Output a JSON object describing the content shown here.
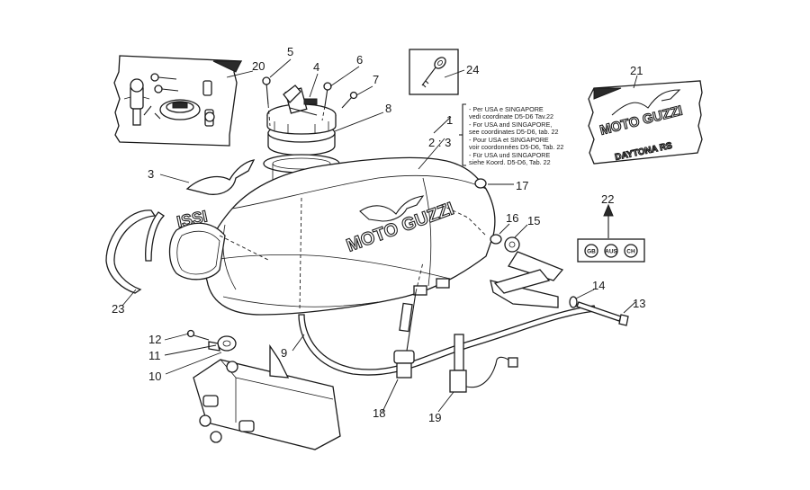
{
  "callouts": [
    "1",
    "2",
    "3",
    "4",
    "5",
    "6",
    "7",
    "8",
    "9",
    "10",
    "11",
    "12",
    "13",
    "14",
    "15",
    "16",
    "17",
    "18",
    "19",
    "20",
    "21",
    "22",
    "23",
    "24"
  ],
  "callout_sub": "2 : 3",
  "note_lines": [
    "- Per USA e SINGAPORE",
    "  vedi coordinate D5-D6 Tav.22",
    "- For USA and SINGAPORE,",
    "  see coordinates D5-D6, tab. 22",
    "- Pour USA et SINGAPORE",
    "  voir coordonnées D5-D6, Tab. 22",
    "- Für USA und SINGAPORE",
    "  siehe Koord. D5-D6, Tab. 22"
  ],
  "tank_brand": "MOTO GUZZI",
  "tank_side_text": "ISSI",
  "bag_brand_top": "MOTO GUZZI",
  "bag_brand_bottom": "DAYTONA RS",
  "country_badges": [
    "GB",
    "AUS",
    "CH"
  ]
}
